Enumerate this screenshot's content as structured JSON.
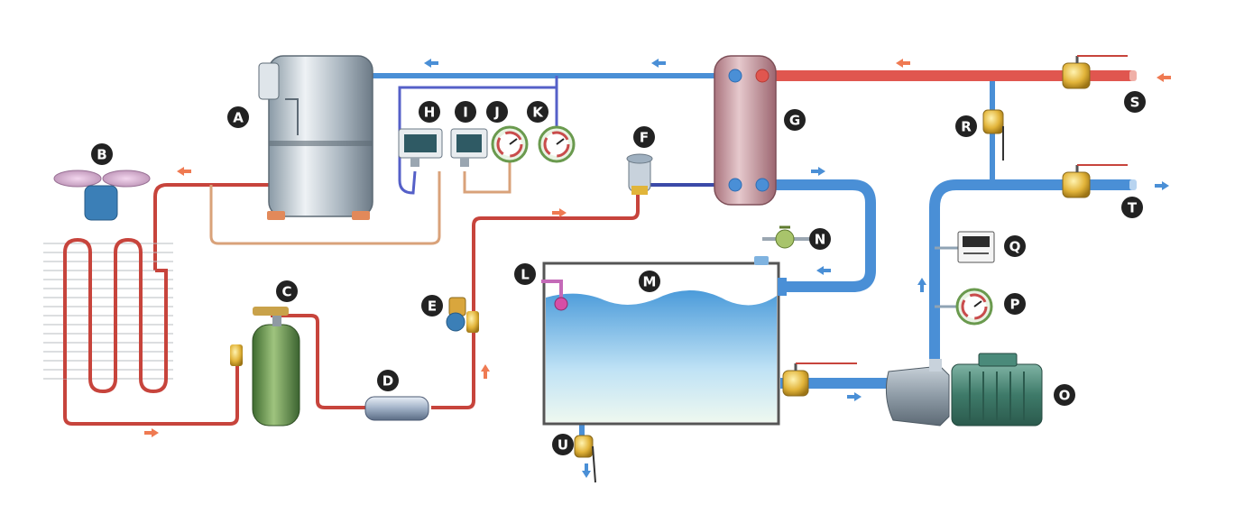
{
  "colors": {
    "hot_pipe": "#e0564f",
    "hot_pipe_dark": "#b83a34",
    "refrigerant_pipe": "#c7443c",
    "cold_pipe": "#4a8fd6",
    "cold_pipe_dark": "#2f6db3",
    "capillary": "#d9a27a",
    "badge": "#222222",
    "brass": "#e1b53a",
    "water_top": "#5aa6df",
    "water_bottom": "#dff2fa",
    "tank_frame": "#555555",
    "motor_green": "#4a8a7a",
    "receiver_green": "#4e7d3e",
    "evaporator_shell": "#c9a0a6"
  },
  "labels": {
    "A": "A",
    "B": "B",
    "C": "C",
    "D": "D",
    "E": "E",
    "F": "F",
    "G": "G",
    "H": "H",
    "I": "I",
    "J": "J",
    "K": "K",
    "L": "L",
    "M": "M",
    "N": "N",
    "O": "O",
    "P": "P",
    "Q": "Q",
    "R": "R",
    "S": "S",
    "T": "T",
    "U": "U"
  },
  "icons": {
    "compressor": "compressor-icon",
    "fan": "fan-icon",
    "condenser": "condenser-coil-icon",
    "receiver": "receiver-tank-icon",
    "filter_drier": "filter-drier-icon",
    "solenoid_valve": "solenoid-valve-icon",
    "expansion_valve": "expansion-valve-icon",
    "evaporator": "evaporator-icon",
    "pressure_switch": "pressure-switch-icon",
    "pressure_gauge": "pressure-gauge-icon",
    "float_switch": "float-switch-icon",
    "water_tank": "water-tank-icon",
    "fill_valve": "fill-valve-icon",
    "pump": "pump-icon",
    "temperature_display": "temperature-display-icon",
    "ball_valve": "ball-valve-icon",
    "drain_valve": "drain-valve-icon"
  }
}
